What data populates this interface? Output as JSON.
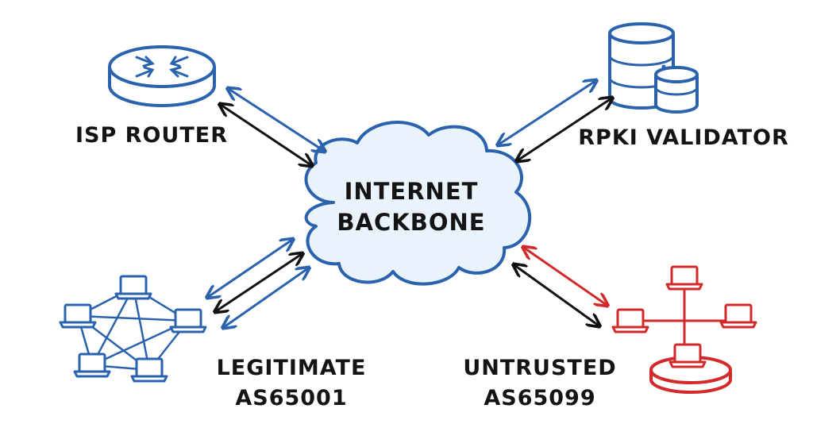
{
  "center": {
    "line1": "INTERNET",
    "line2": "BACKBONE"
  },
  "nodes": {
    "isp_router": {
      "label": "ISP ROUTER",
      "icon": "router-icon"
    },
    "rpki_validator": {
      "label": "RPKI VALIDATOR",
      "icon": "database-icon"
    },
    "legitimate_as": {
      "line1": "LEGITIMATE",
      "line2": "AS65001",
      "icon": "network-icon"
    },
    "untrusted_as": {
      "line1": "UNTRUSTED",
      "line2": "AS65099",
      "icon": "network-icon"
    }
  },
  "colors": {
    "blue": "#2a62ad",
    "red": "#d22a2a",
    "black": "#111111",
    "cloud_fill": "#eaf3fb"
  }
}
